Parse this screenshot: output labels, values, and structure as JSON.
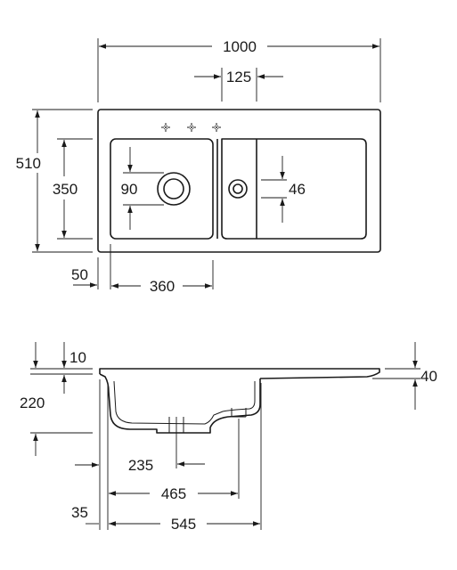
{
  "top_view": {
    "overall_width": "1000",
    "spacing": "125",
    "overall_depth": "510",
    "bowl_depth": "350",
    "main_drain": "90",
    "small_drain": "46",
    "edge_offset": "50",
    "bowl_width": "360"
  },
  "section_view": {
    "rim_thickness": "10",
    "bowl_height": "220",
    "deck_height": "40",
    "drain_offset": "235",
    "bowl_span": "465",
    "side_offset": "35",
    "cabinet_width": "545"
  }
}
